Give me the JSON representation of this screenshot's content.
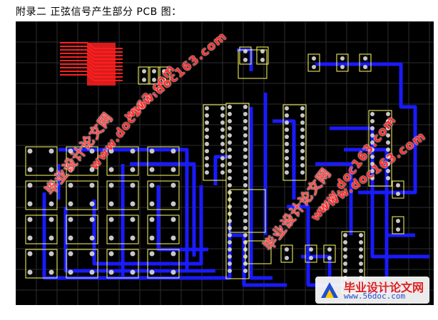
{
  "caption": "附录二  正弦信号产生部分 PCB 图：",
  "watermarks": {
    "left_cn": "毕业设计论文网",
    "left_url": "www.doc163.com",
    "top_url": "www.doc163.com",
    "mid_cn": "毕业设计论文网",
    "mid_url": "www.doc163.com",
    "right_url": "www.doc163.com"
  },
  "footer_logo": {
    "text": "毕业设计论文网",
    "url": "www.56doc.com"
  },
  "colors": {
    "background": "#000000",
    "trace_blue": "#1a1aff",
    "trace_red": "#ff2020",
    "silk_yellow": "#ffff66",
    "pad": "#c8c8c8",
    "grid": "#2e2e2e"
  }
}
